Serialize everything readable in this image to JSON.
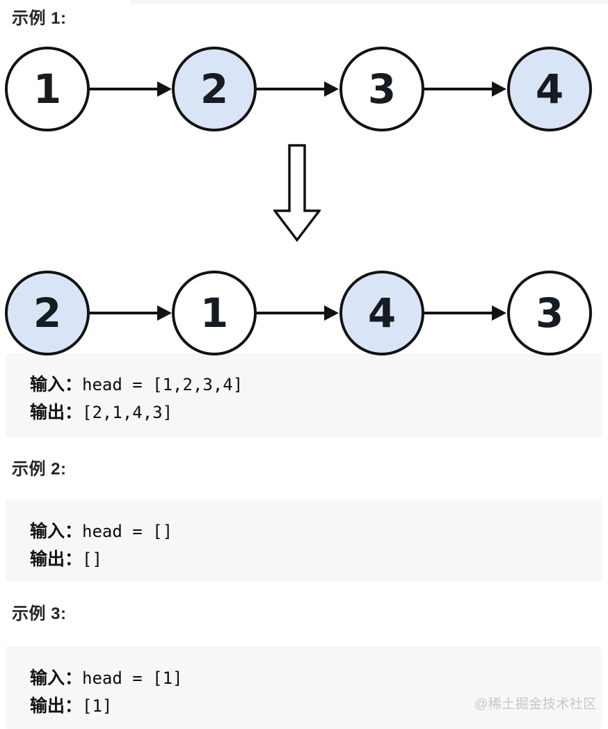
{
  "examples": [
    {
      "heading": "示例 1:",
      "input_label": "输入：",
      "input_value": "head = [1,2,3,4]",
      "output_label": "输出：",
      "output_value": "[2,1,4,3]"
    },
    {
      "heading": "示例 2:",
      "input_label": "输入：",
      "input_value": "head = []",
      "output_label": "输出：",
      "output_value": "[]"
    },
    {
      "heading": "示例 3:",
      "input_label": "输入：",
      "input_value": "head = [1]",
      "output_label": "输出：",
      "output_value": "[1]"
    }
  ],
  "diagram": {
    "before": {
      "nodes": [
        {
          "value": "1",
          "highlighted": false
        },
        {
          "value": "2",
          "highlighted": true
        },
        {
          "value": "3",
          "highlighted": false
        },
        {
          "value": "4",
          "highlighted": true
        }
      ]
    },
    "after": {
      "nodes": [
        {
          "value": "2",
          "highlighted": true
        },
        {
          "value": "1",
          "highlighted": false
        },
        {
          "value": "4",
          "highlighted": true
        },
        {
          "value": "3",
          "highlighted": false
        }
      ]
    }
  },
  "watermark": "@稀土掘金技术社区",
  "colors": {
    "highlight_fill": "#d9e4f6",
    "node_stroke": "#121212",
    "code_block_bg": "#f7f7f8",
    "heading_text": "#242424",
    "watermark_text": "#c6c6ca"
  }
}
